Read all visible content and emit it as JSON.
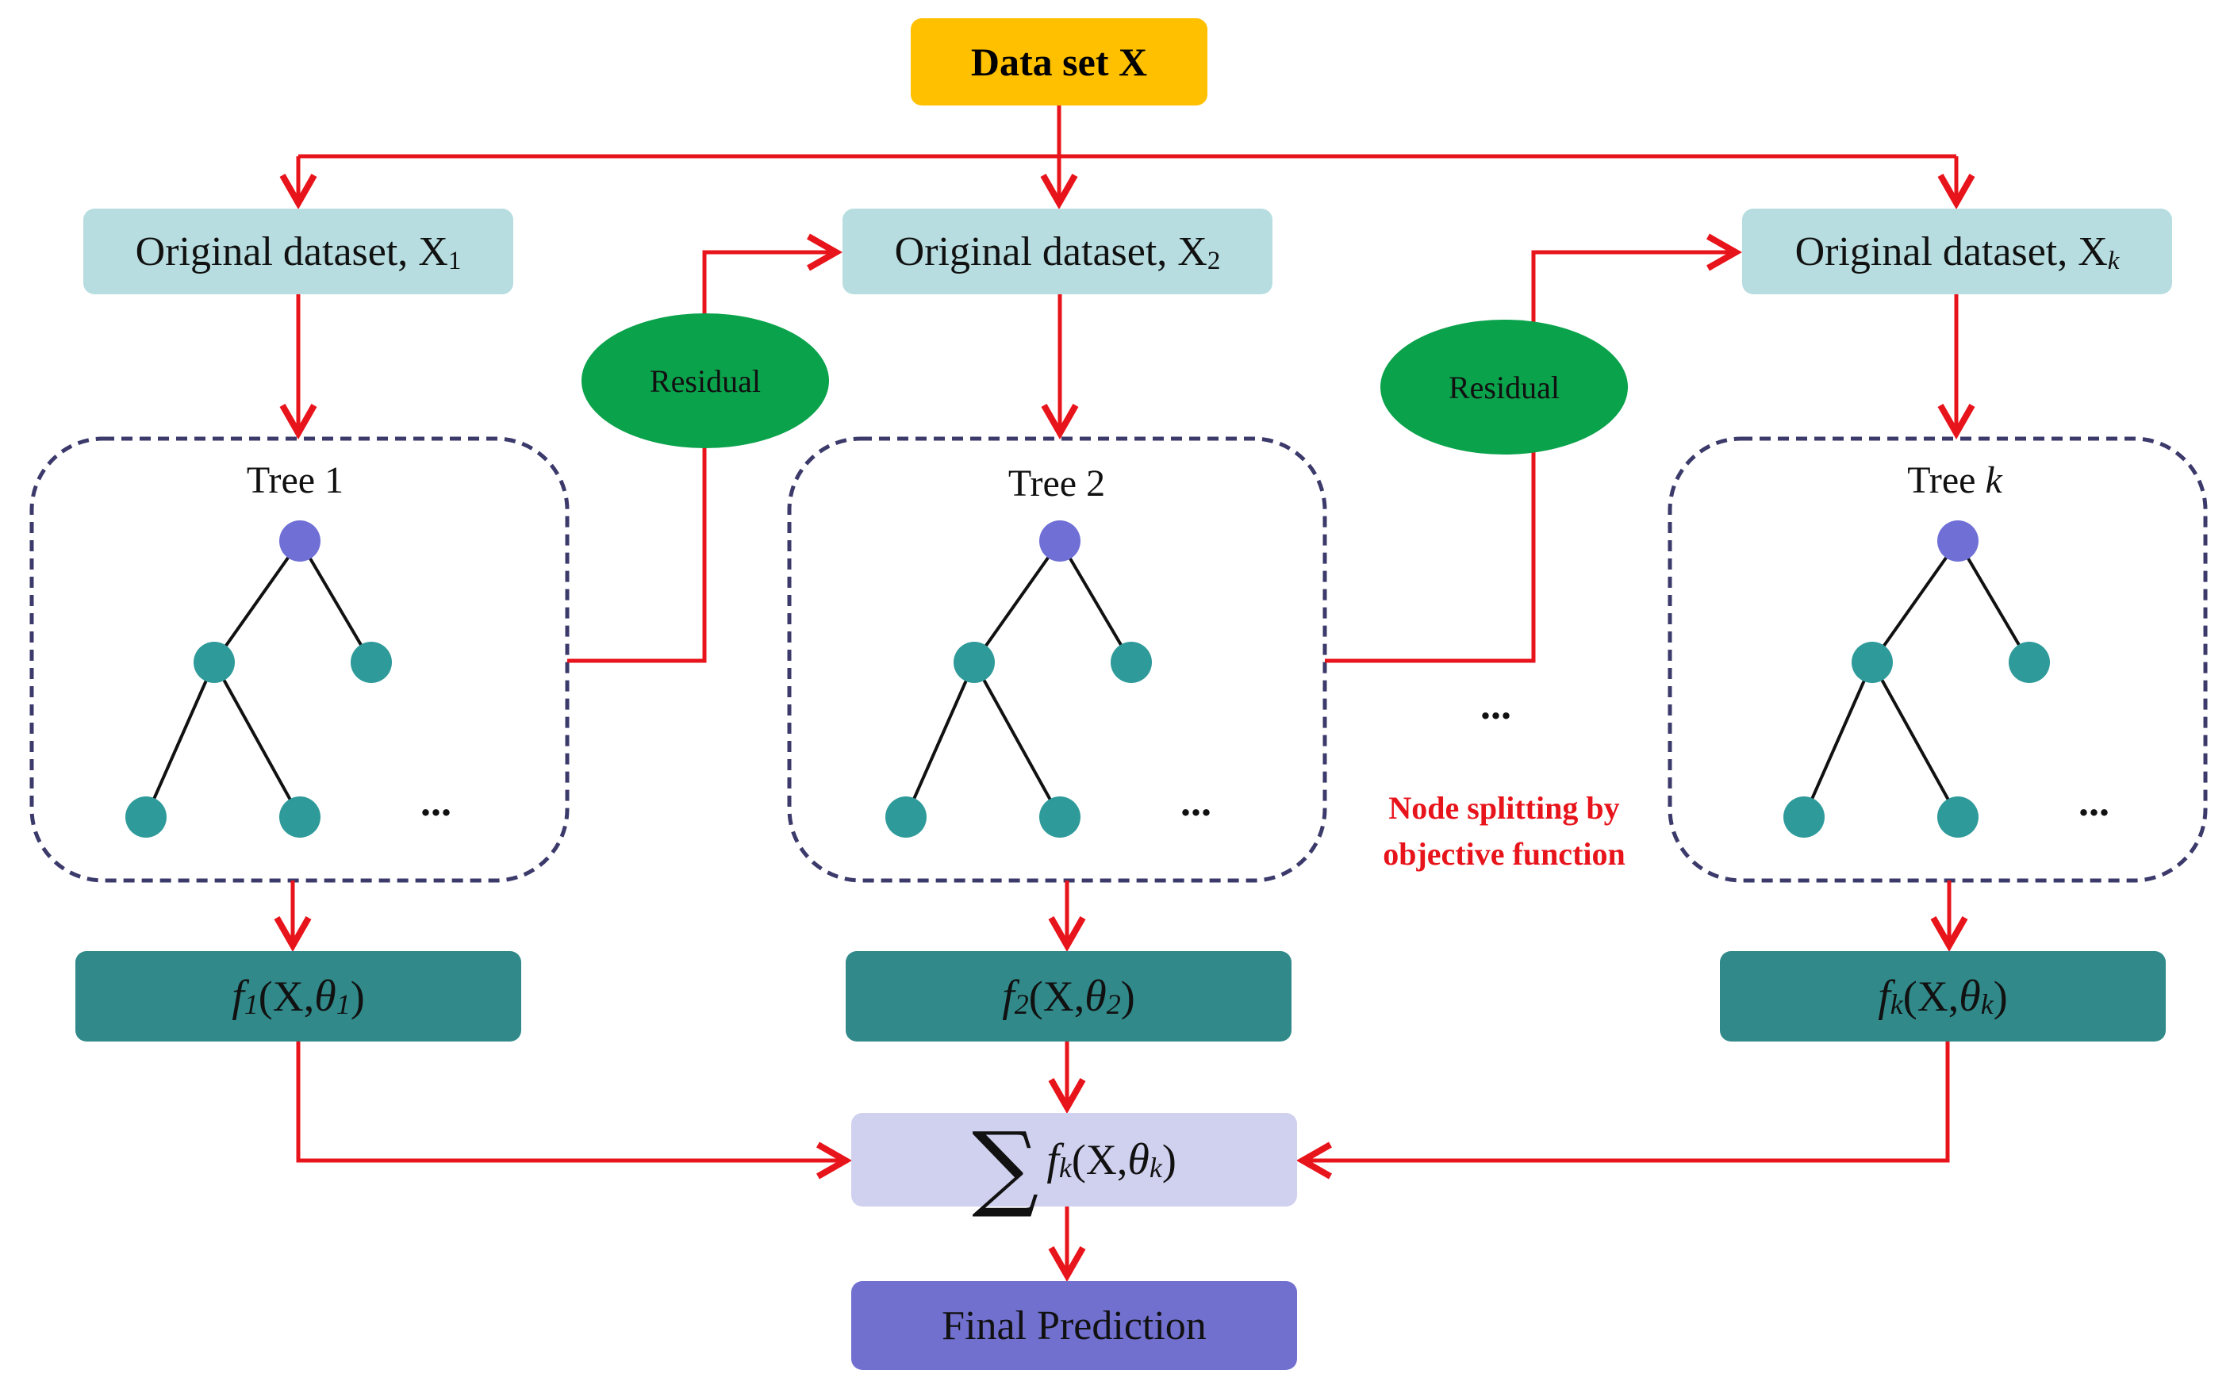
{
  "colors": {
    "arrow": "#e8141b",
    "top_box": "#ffc000",
    "dataset_box": "#b7dde0",
    "f_box": "#31898a",
    "sum_box": "#d0d0ef",
    "final_box": "#7170cf",
    "residual": "#0aa24b",
    "tree_border": "#3b3a6b",
    "root_node": "#6f6fd6",
    "child_node": "#2f9a9a"
  },
  "top": {
    "label": "Data set X"
  },
  "datasets": [
    {
      "label": "Original dataset, X",
      "sub": "1",
      "sub_italic": false
    },
    {
      "label": "Original dataset, X",
      "sub": "2",
      "sub_italic": false
    },
    {
      "label": "Original dataset, X",
      "sub": "k",
      "sub_italic": true
    }
  ],
  "trees": [
    {
      "title": "Tree 1",
      "title_italic_part": "",
      "ellipsis": "..."
    },
    {
      "title": "Tree 2",
      "title_italic_part": "",
      "ellipsis": "..."
    },
    {
      "title": "Tree ",
      "title_italic_part": "k",
      "ellipsis": "..."
    }
  ],
  "residuals": [
    {
      "label": "Residual"
    },
    {
      "label": "Residual"
    }
  ],
  "middle_ellipsis": "...",
  "note": {
    "line1": "Node splitting by",
    "line2": "objective function"
  },
  "functions": [
    {
      "f": "f",
      "sub": "1",
      "args": "(X, ",
      "theta": "θ",
      "tsub": "1",
      "close": ")"
    },
    {
      "f": "f",
      "sub": "2",
      "args": "(X, ",
      "theta": "θ",
      "tsub": "2",
      "close": ")"
    },
    {
      "f": "f",
      "sub": "k",
      "args": "(X, ",
      "theta": "θ",
      "tsub": "k",
      "close": ")"
    }
  ],
  "sum": {
    "sigma": "∑",
    "f": "f",
    "sub": "k",
    "args": " (X, ",
    "theta": "θ",
    "tsub": "k",
    "close": ")"
  },
  "final": {
    "label": "Final Prediction"
  }
}
